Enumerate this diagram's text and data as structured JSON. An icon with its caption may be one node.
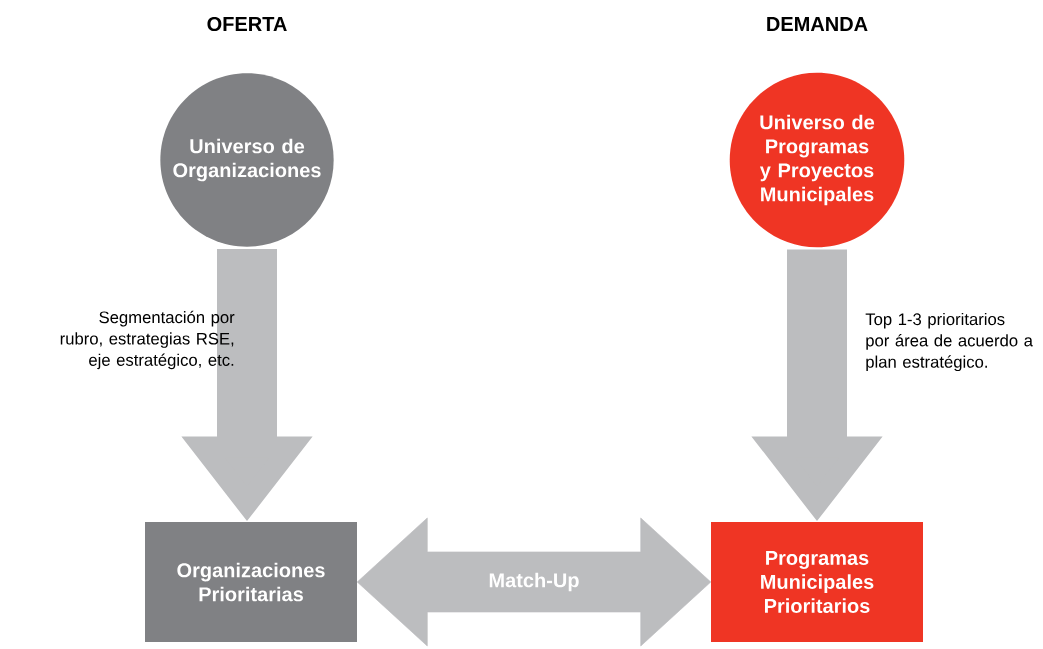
{
  "diagram": {
    "nodes": [
      {
        "text": [
          "Universo de Organizaciones"
        ]
      },
      {
        "text": [
          "Universo de Programas y Proyectos Municipales"
        ]
      },
      {
        "text": [
          "Organizaciones Prioritarias"
        ]
      },
      {
        "text": [
          "Programas Municipales Prioritarios"
        ]
      }
    ],
    "edges": [
      {
        "from": 0,
        "to": 2,
        "arrow": "to",
        "label": "Segmentación por rubro, estrategias RSE, eje estratégico, etc."
      },
      {
        "from": 1,
        "to": 3,
        "arrow": "to",
        "label": "Top 1-3 prioritarios por área de acuerdo a plan estratégico."
      },
      {
        "from": 2,
        "to": 3,
        "arrow": "both",
        "label": "Match-Up"
      }
    ],
    "labels": [
      "OFERTA",
      "DEMANDA"
    ]
  }
}
